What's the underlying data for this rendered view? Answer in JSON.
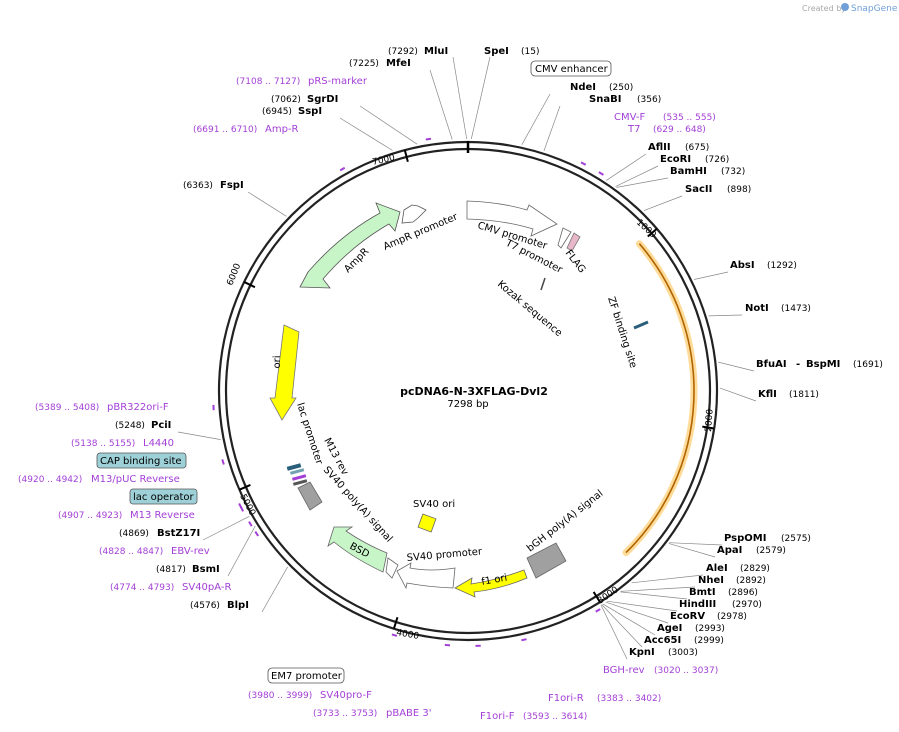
{
  "credit": {
    "prefix": "Created by",
    "brand": "SnapGene"
  },
  "plasmid": {
    "name": "pcDNA6-N-3XFLAG-Dvl2",
    "size_label": "7298 bp",
    "length": 7298
  },
  "colors": {
    "primer": "#a33fd6",
    "ring": "#222222",
    "ampr": "#c8f5c8",
    "ori": "#ffff00",
    "bsd": "#c8f5c8",
    "zf": "#ffd27f",
    "promoter": "#ffffff",
    "polyA": "#a0a0a0",
    "cap_box": "#9ed0d8",
    "lac_box": "#9ed0d8"
  },
  "tick_labels": [
    "1000",
    "2000",
    "3000",
    "4000",
    "5000",
    "6000",
    "7000"
  ],
  "ticks": [
    1000,
    2000,
    3000,
    4000,
    5000,
    6000,
    7000
  ],
  "restriction_sites": [
    {
      "name": "MluI",
      "pos": "(7292)",
      "bp": 7292
    },
    {
      "name": "SpeI",
      "pos": "(15)",
      "bp": 15
    },
    {
      "name": "MfeI",
      "pos": "(7225)",
      "bp": 7225
    },
    {
      "name": "NdeI",
      "pos": "(250)",
      "bp": 250
    },
    {
      "name": "SnaBI",
      "pos": "(356)",
      "bp": 356
    },
    {
      "name": "SgrDI",
      "pos": "(7062)",
      "bp": 7062
    },
    {
      "name": "SspI",
      "pos": "(6945)",
      "bp": 6945
    },
    {
      "name": "AflII",
      "pos": "(675)",
      "bp": 675
    },
    {
      "name": "EcoRI",
      "pos": "(726)",
      "bp": 726
    },
    {
      "name": "BamHI",
      "pos": "(732)",
      "bp": 732
    },
    {
      "name": "SacII",
      "pos": "(898)",
      "bp": 898
    },
    {
      "name": "FspI",
      "pos": "(6363)",
      "bp": 6363
    },
    {
      "name": "AbsI",
      "pos": "(1292)",
      "bp": 1292
    },
    {
      "name": "NotI",
      "pos": "(1473)",
      "bp": 1473
    },
    {
      "name": "BfuAI",
      "pos": "",
      "bp": 1691
    },
    {
      "name": "BspMI",
      "pos": "(1691)",
      "bp": 1691
    },
    {
      "name": "KflI",
      "pos": "(1811)",
      "bp": 1811
    },
    {
      "name": "PciI",
      "pos": "(5248)",
      "bp": 5248
    },
    {
      "name": "BstZ17I",
      "pos": "(4869)",
      "bp": 4869
    },
    {
      "name": "BsmI",
      "pos": "(4817)",
      "bp": 4817
    },
    {
      "name": "BlpI",
      "pos": "(4576)",
      "bp": 4576
    },
    {
      "name": "PspOMI",
      "pos": "(2575)",
      "bp": 2575
    },
    {
      "name": "ApaI",
      "pos": "(2579)",
      "bp": 2579
    },
    {
      "name": "AleI",
      "pos": "(2829)",
      "bp": 2829
    },
    {
      "name": "NheI",
      "pos": "(2892)",
      "bp": 2892
    },
    {
      "name": "BmtI",
      "pos": "(2896)",
      "bp": 2896
    },
    {
      "name": "HindIII",
      "pos": "(2970)",
      "bp": 2970
    },
    {
      "name": "EcoRV",
      "pos": "(2978)",
      "bp": 2978
    },
    {
      "name": "AgeI",
      "pos": "(2993)",
      "bp": 2993
    },
    {
      "name": "Acc65I",
      "pos": "(2999)",
      "bp": 2999
    },
    {
      "name": "KpnI",
      "pos": "(3003)",
      "bp": 3003
    }
  ],
  "primers": [
    {
      "name": "pRS-marker",
      "range": "(7108 .. 7127)"
    },
    {
      "name": "Amp-R",
      "range": "(6691 .. 6710)"
    },
    {
      "name": "CMV-F",
      "range": "(535 .. 555)"
    },
    {
      "name": "T7",
      "range": "(629 .. 648)"
    },
    {
      "name": "pBR322ori-F",
      "range": "(5389 .. 5408)"
    },
    {
      "name": "L4440",
      "range": "(5138 .. 5155)"
    },
    {
      "name": "M13/pUC Reverse",
      "range": "(4920 .. 4942)"
    },
    {
      "name": "M13 Reverse",
      "range": "(4907 .. 4923)"
    },
    {
      "name": "EBV-rev",
      "range": "(4828 .. 4847)"
    },
    {
      "name": "SV40pA-R",
      "range": "(4774 .. 4793)"
    },
    {
      "name": "BGH-rev",
      "range": "(3020 .. 3037)"
    },
    {
      "name": "F1ori-R",
      "range": "(3383 .. 3402)"
    },
    {
      "name": "F1ori-F",
      "range": "(3593 .. 3614)"
    },
    {
      "name": "pBABE 3'",
      "range": "(3733 .. 3753)"
    },
    {
      "name": "SV40pro-F",
      "range": "(3980 .. 3999)"
    }
  ],
  "boxed_features": {
    "cmv_enhancer": "CMV enhancer",
    "cap_binding_site": "CAP binding site",
    "lac_operator": "lac operator",
    "em7_promoter": "EM7 promoter"
  },
  "features": {
    "cmv_promoter": "CMV promoter",
    "t7_promoter": "T7 promoter",
    "flag": "FLAG",
    "kozak": "Kozak sequence",
    "zf_binding": "ZF binding site",
    "ampr_promoter": "AmpR promoter",
    "ampr": "AmpR",
    "ori": "ori",
    "lac_promoter": "lac promoter",
    "m13_rev": "M13 rev",
    "sv40_polyA": "SV40 poly(A) signal",
    "sv40_ori": "SV40 ori",
    "bsd": "BSD",
    "sv40_promoter": "SV40 promoter",
    "f1_ori": "f1 ori",
    "bgh_polyA": "bGH poly(A) signal"
  }
}
